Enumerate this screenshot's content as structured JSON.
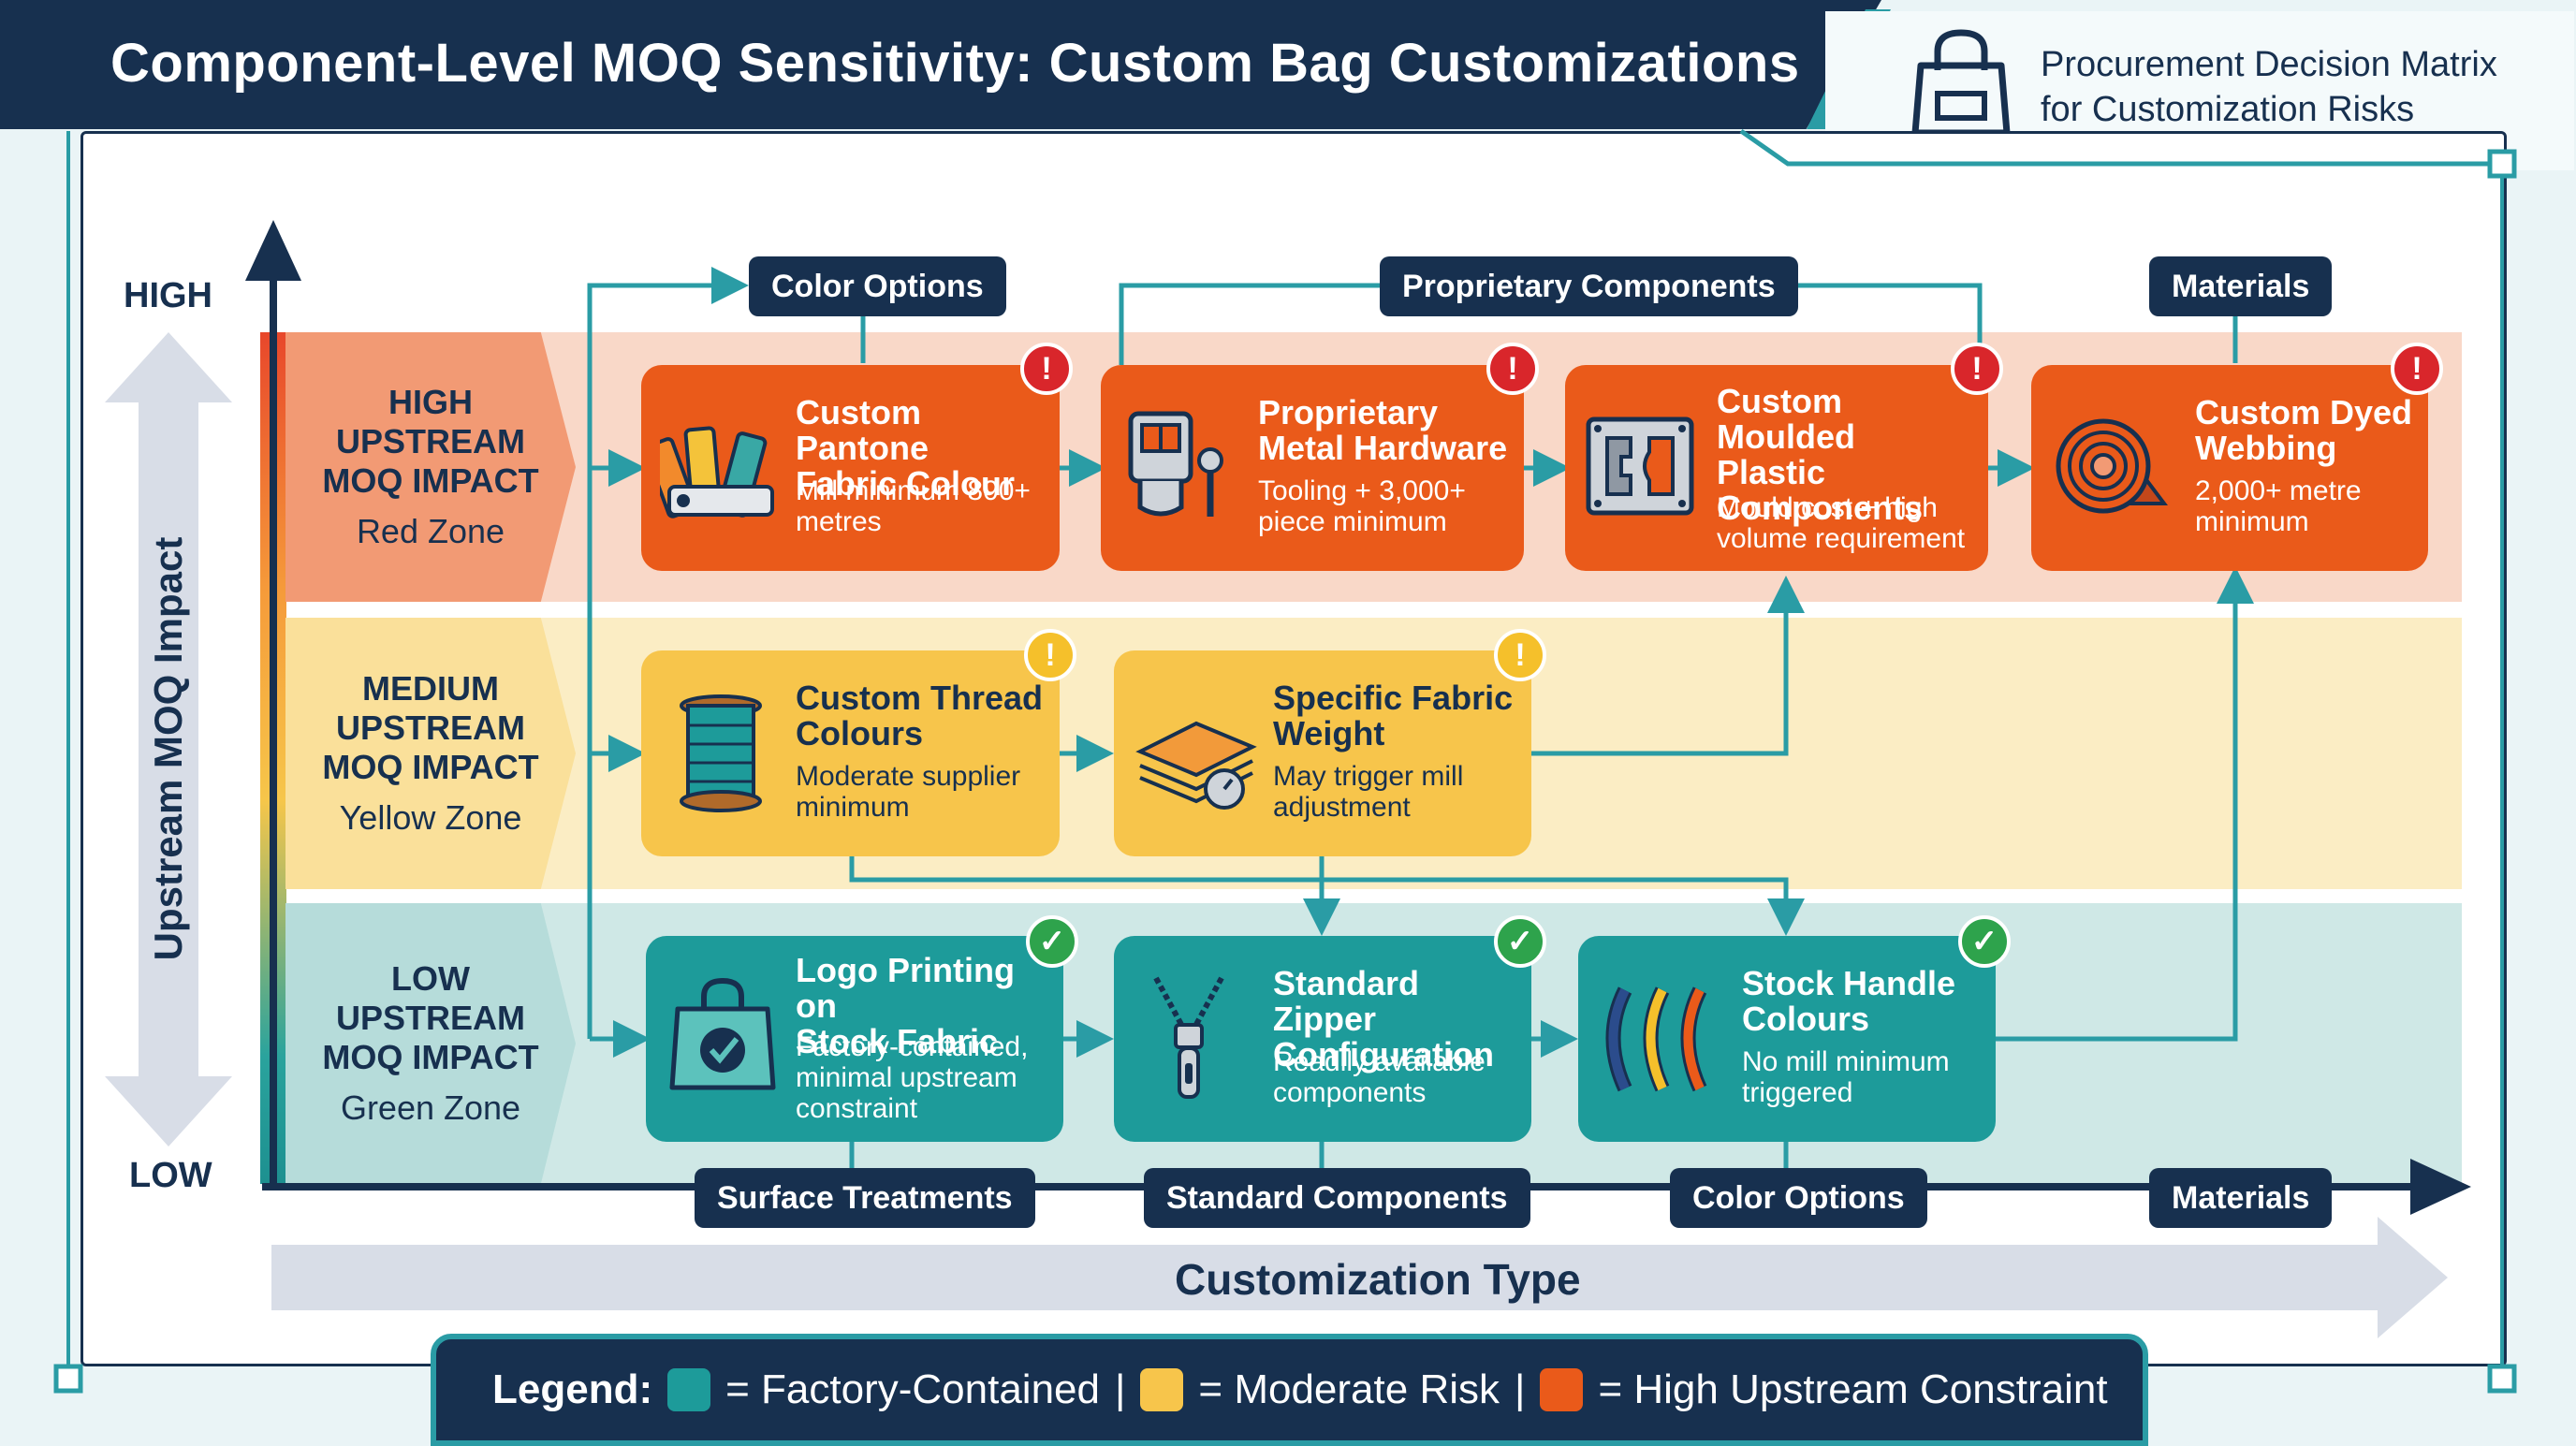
{
  "header": {
    "title": "Component-Level MOQ Sensitivity: Custom Bag Customizations",
    "subtitle_line1": "Procurement Decision Matrix",
    "subtitle_line2": "for Customization Risks"
  },
  "axes": {
    "y_label": "Upstream MOQ Impact",
    "y_high": "HIGH",
    "y_low": "LOW",
    "x_label": "Customization Type"
  },
  "zones": {
    "high": {
      "line1": "HIGH",
      "line2": "UPSTREAM",
      "line3": "MOQ IMPACT",
      "name": "Red Zone"
    },
    "medium": {
      "line1": "MEDIUM",
      "line2": "UPSTREAM",
      "line3": "MOQ IMPACT",
      "name": "Yellow Zone"
    },
    "low": {
      "line1": "LOW",
      "line2": "UPSTREAM",
      "line3": "MOQ IMPACT",
      "name": "Green Zone"
    }
  },
  "top_tags": {
    "color_options": "Color Options",
    "proprietary": "Proprietary Components",
    "materials": "Materials"
  },
  "bottom_tags": {
    "surface": "Surface Treatments",
    "standard": "Standard Components",
    "color_options": "Color Options",
    "materials": "Materials"
  },
  "cards": {
    "pantone": {
      "title_1": "Custom Pantone",
      "title_2": "Fabric Colour",
      "desc_1": "Mill minimum 800+",
      "desc_2": "metres"
    },
    "hardware": {
      "title_1": "Proprietary",
      "title_2": "Metal Hardware",
      "desc_1": "Tooling + 3,000+",
      "desc_2": "piece minimum"
    },
    "moulded": {
      "title_1": "Custom Moulded",
      "title_2": "Plastic",
      "title_3": "Components",
      "desc_1": "Mould cost + high",
      "desc_2": "volume requirement"
    },
    "webbing": {
      "title_1": "Custom Dyed",
      "title_2": "Webbing",
      "desc_1": "2,000+ metre",
      "desc_2": "minimum"
    },
    "thread": {
      "title_1": "Custom Thread",
      "title_2": "Colours",
      "desc_1": "Moderate supplier",
      "desc_2": "minimum"
    },
    "weight": {
      "title_1": "Specific Fabric",
      "title_2": "Weight",
      "desc_1": "May trigger mill",
      "desc_2": "adjustment"
    },
    "logo": {
      "title_1": "Logo Printing on",
      "title_2": "Stock Fabric",
      "desc_1": "Factory-contained,",
      "desc_2": "minimal upstream",
      "desc_3": "constraint"
    },
    "zipper": {
      "title_1": "Standard Zipper",
      "title_2": "Configuration",
      "desc_1": "Readily available",
      "desc_2": "components"
    },
    "handle": {
      "title_1": "Stock Handle",
      "title_2": "Colours",
      "desc_1": "No mill minimum",
      "desc_2": "triggered"
    }
  },
  "badges": {
    "warn": "!",
    "ok": "✓"
  },
  "legend": {
    "title": "Legend:",
    "teal": "= Factory-Contained",
    "sep": "|",
    "yellow": "= Moderate Risk",
    "red": "= High Upstream Constraint"
  },
  "colors": {
    "navy": "#17304f",
    "teal": "#1d9b9a",
    "yellow": "#f7c54b",
    "red": "#ea5a1a",
    "connector": "#2a9ca5"
  }
}
